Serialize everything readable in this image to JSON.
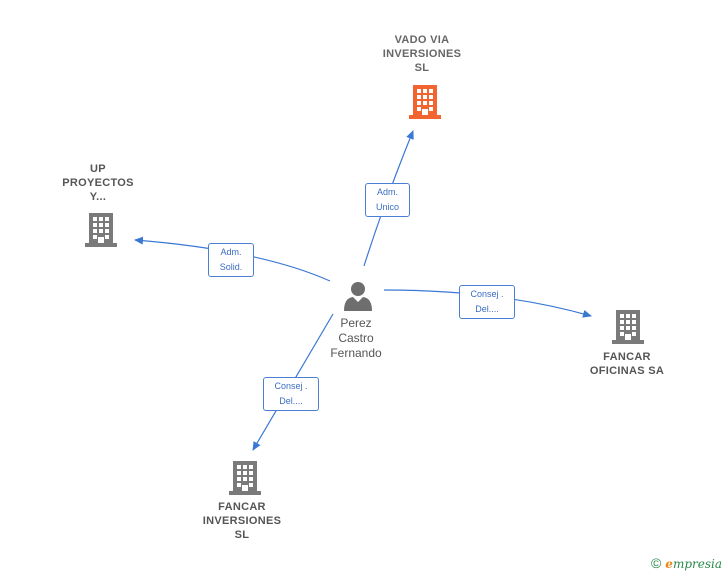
{
  "colors": {
    "edge": "#3a78d4",
    "company": "#7a7a7a",
    "highlight_company": "#f26430",
    "person": "#6e6e6e"
  },
  "person": {
    "label": "Perez\nCastro\nFernando",
    "icon": "person-icon"
  },
  "companies": {
    "vado": {
      "label": "VADO VIA\nINVERSIONES\nSL",
      "icon": "building-icon",
      "highlight": true
    },
    "up": {
      "label": "UP\nPROYECTOS\nY...",
      "icon": "building-icon",
      "highlight": false
    },
    "fancar_oficinas": {
      "label": "FANCAR\nOFICINAS SA",
      "icon": "building-icon",
      "highlight": false
    },
    "fancar_inversiones": {
      "label": "FANCAR\nINVERSIONES\nSL",
      "icon": "building-icon",
      "highlight": false
    }
  },
  "edges": {
    "vado": {
      "label": "Adm.\nUnico"
    },
    "up": {
      "label": "Adm.\nSolid."
    },
    "fancar_oficinas": {
      "label": "Consej .\nDel...."
    },
    "fancar_inversiones": {
      "label": "Consej .\nDel...."
    }
  },
  "footer": {
    "copyright_symbol": "©",
    "brand_initial": "e",
    "brand_rest": "mpresia"
  }
}
